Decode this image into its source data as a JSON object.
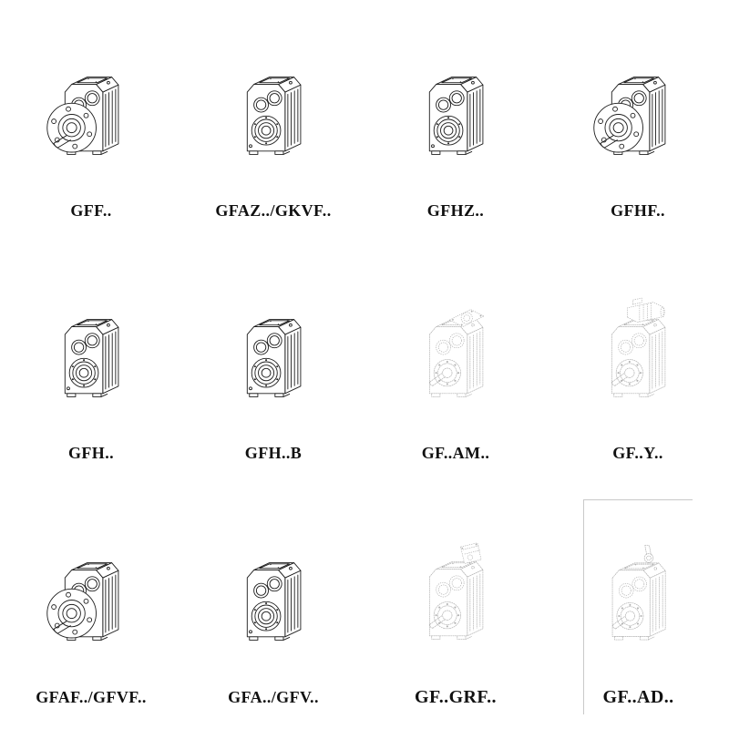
{
  "catalog": {
    "items": [
      {
        "label": "GFF..",
        "icon": "gearbox-flange-drawing"
      },
      {
        "label": "GFAZ../GKVF..",
        "icon": "gearbox-hollow-bore-drawing"
      },
      {
        "label": "GFHZ..",
        "icon": "gearbox-hollow-bore-drawing"
      },
      {
        "label": "GFHF..",
        "icon": "gearbox-flange-drawing"
      },
      {
        "label": "GFH..",
        "icon": "gearbox-hollow-bore-drawing"
      },
      {
        "label": "GFH..B",
        "icon": "gearbox-hollow-bore-drawing"
      },
      {
        "label": "GF..AM..",
        "icon": "gearbox-iec-adapter-phantom-drawing"
      },
      {
        "label": "GF..Y..",
        "icon": "gearbox-motor-phantom-drawing"
      },
      {
        "label": "GFAF../GFVF..",
        "icon": "gearbox-flange-drawing"
      },
      {
        "label": "GFA../GFV..",
        "icon": "gearbox-hollow-bore-drawing"
      },
      {
        "label": "GF..GRF..",
        "icon": "gearbox-adapter-block-phantom-drawing"
      },
      {
        "label": "GF..AD..",
        "icon": "gearbox-input-shaft-phantom-drawing"
      }
    ],
    "colors": {
      "line_solid": "#1f1f1f",
      "line_phantom": "#b0b0b0",
      "background": "#ffffff"
    }
  }
}
